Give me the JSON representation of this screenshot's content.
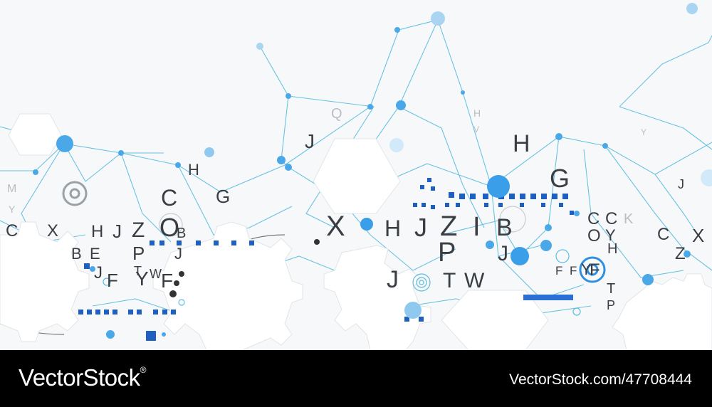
{
  "watermark": {
    "brand": "VectorStock",
    "registered_mark": "®",
    "stock_id": "VectorStock.com/47708444"
  },
  "palette": {
    "background": "#f7f8f9",
    "line": "#5bbde0",
    "dot": "#4aa8e8",
    "square": "#1f5fbf",
    "letter": "#3a3e44",
    "footer": "#000000"
  },
  "letters": {
    "row_top": [
      "J",
      "Q",
      "H",
      "H",
      "C",
      "G",
      "G"
    ],
    "row_mid": [
      "X",
      "H",
      "J",
      "Z",
      "I",
      "B",
      "C",
      "C",
      "O",
      "Y",
      "K",
      "H",
      "C",
      "X",
      "Z"
    ],
    "row_left": [
      "C",
      "X",
      "H",
      "J",
      "Z",
      "O",
      "B",
      "B",
      "E",
      "P",
      "J"
    ],
    "row_bottom": [
      "P",
      "J",
      "J",
      "T",
      "W",
      "J",
      "F",
      "Y",
      "F",
      "T",
      "W",
      "F",
      "F",
      "Y",
      "F",
      "T",
      "P"
    ],
    "faint": [
      "M",
      "Y",
      "H",
      "V",
      "J",
      "Y"
    ]
  }
}
